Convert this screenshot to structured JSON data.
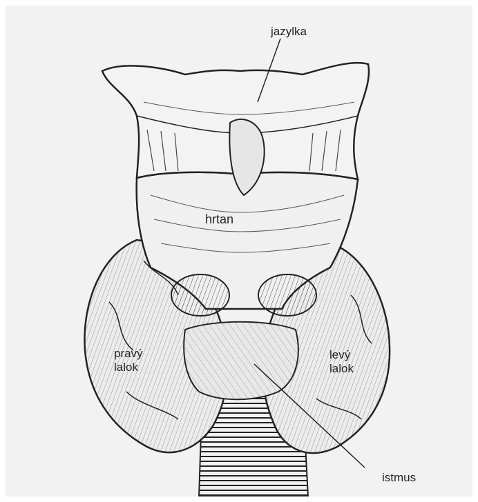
{
  "labels": {
    "hyoid": "jazylka",
    "larynx": "hrtan",
    "right_lobe_line1": "pravý",
    "right_lobe_line2": "lalok",
    "left_lobe_line1": "levý",
    "left_lobe_line2": "lalok",
    "isthmus": "istmus"
  },
  "colors": {
    "paper": "#f2f2f2",
    "ink": "#222222",
    "shading": "#4a4a4a"
  }
}
